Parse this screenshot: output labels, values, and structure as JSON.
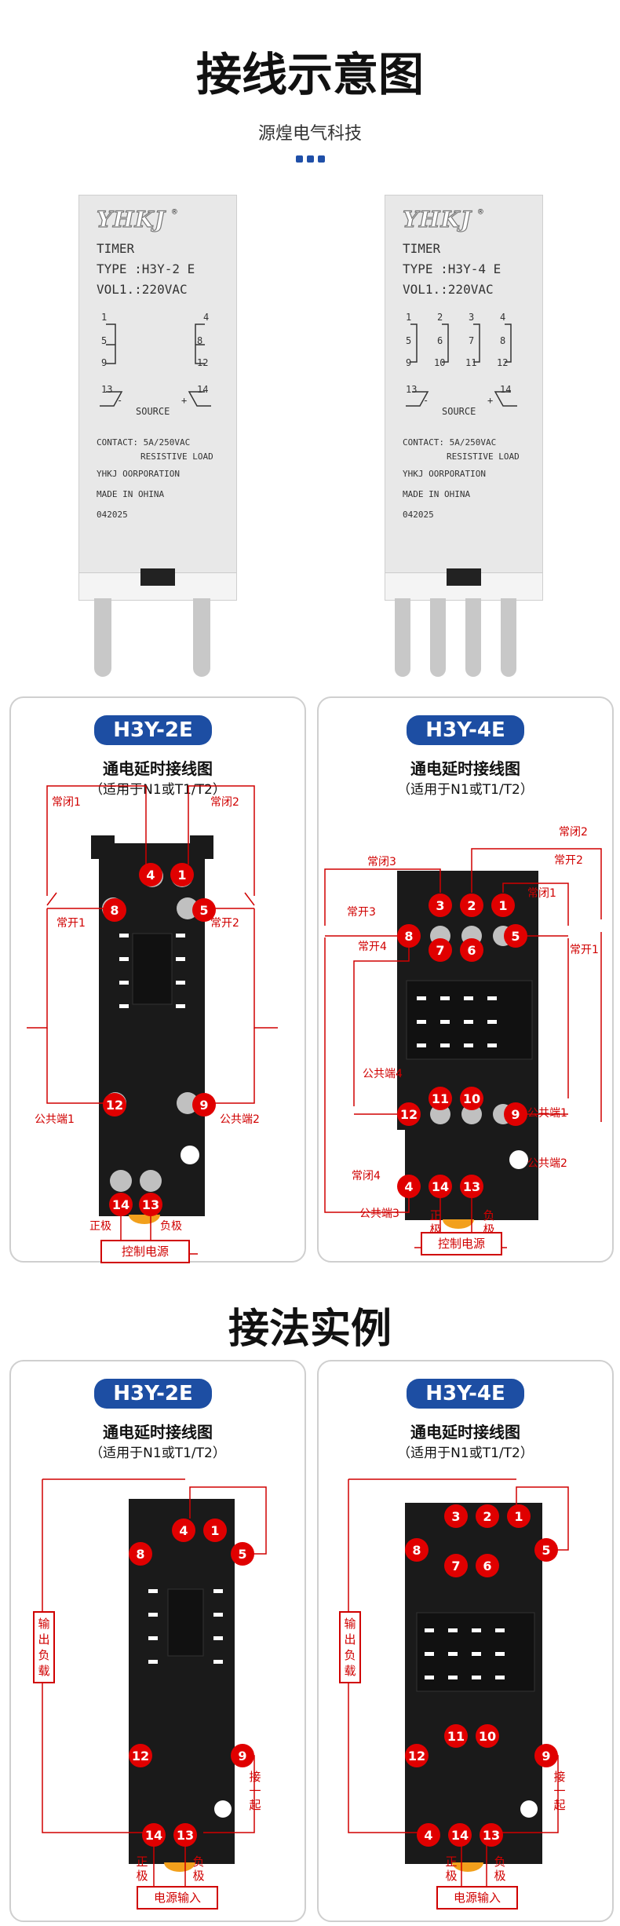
{
  "header": {
    "title": "接线示意图",
    "subtitle": "源煌电气科技"
  },
  "section2": {
    "title": "接法实例"
  },
  "relays": [
    {
      "brand": "YHKJ",
      "reg": "®",
      "line1": "TIMER",
      "line2": "TYPE :H3Y-2 E",
      "line3": "VOL1.:220VAC",
      "source": "SOURCE",
      "minus": "-",
      "plus": "+",
      "contact": "CONTACT:   5A/250VAC",
      "load": "RESISTIVE LOAD",
      "company": "YHKJ OORPORATION",
      "made": "MADE IN OHINA",
      "code": "042025",
      "pins": [
        "1",
        "4",
        "5",
        "8",
        "9",
        "12",
        "13",
        "14"
      ]
    },
    {
      "brand": "YHKJ",
      "reg": "®",
      "line1": "TIMER",
      "line2": "TYPE :H3Y-4 E",
      "line3": "VOL1.:220VAC",
      "source": "SOURCE",
      "minus": "-",
      "plus": "+",
      "contact": "CONTACT:   5A/250VAC",
      "load": "RESISTIVE LOAD",
      "company": "YHKJ OORPORATION",
      "made": "MADE IN OHINA",
      "code": "042025",
      "pins": [
        "1",
        "2",
        "3",
        "4",
        "5",
        "6",
        "7",
        "8",
        "9",
        "10",
        "11",
        "12",
        "13",
        "14"
      ]
    }
  ],
  "cards": [
    {
      "model": "H3Y-2E",
      "title": "通电延时接线图",
      "note": "（适用于N1或T1/T2）",
      "labels": {
        "nc1": "常闭1",
        "nc2": "常闭2",
        "no1": "常开1",
        "no2": "常开2",
        "com1": "公共端1",
        "com2": "公共端2",
        "pos": "正极",
        "neg": "负极",
        "power": "控制电源"
      },
      "terminals": [
        "4",
        "1",
        "8",
        "5",
        "12",
        "9",
        "14",
        "13"
      ]
    },
    {
      "model": "H3Y-4E",
      "title": "通电延时接线图",
      "note": "（适用于N1或T1/T2）",
      "labels": {
        "nc1": "常闭1",
        "nc2": "常闭2",
        "nc3": "常闭3",
        "nc4": "常闭4",
        "no1": "常开1",
        "no2": "常开2",
        "no3": "常开3",
        "no4": "常开4",
        "com1": "公共端1",
        "com2": "公共端2",
        "com3": "公共端3",
        "com4": "公共端4",
        "pos": "正极",
        "neg": "负极",
        "power": "控制电源"
      },
      "terminals": [
        "3",
        "2",
        "1",
        "8",
        "7",
        "6",
        "5",
        "12",
        "11",
        "10",
        "9",
        "4",
        "14",
        "13"
      ]
    },
    {
      "model": "H3Y-2E",
      "title": "通电延时接线图",
      "note": "（适用于N1或T1/T2）",
      "labels": {
        "output": "输出负载",
        "jump": "接一起",
        "pos": "正极",
        "neg": "负极",
        "power": "电源输入"
      },
      "terminals": [
        "4",
        "1",
        "8",
        "5",
        "12",
        "9",
        "14",
        "13"
      ]
    },
    {
      "model": "H3Y-4E",
      "title": "通电延时接线图",
      "note": "（适用于N1或T1/T2）",
      "labels": {
        "output": "输出负载",
        "jump": "接一起",
        "pos": "正极",
        "neg": "负极",
        "power": "电源输入"
      },
      "terminals": [
        "3",
        "2",
        "1",
        "8",
        "7",
        "6",
        "5",
        "12",
        "11",
        "10",
        "9",
        "4",
        "14",
        "13"
      ]
    }
  ],
  "colors": {
    "accent": "#1d4ea3",
    "wire": "#d00000",
    "terminal": "#e00000",
    "socket": "#1a1a1a"
  }
}
